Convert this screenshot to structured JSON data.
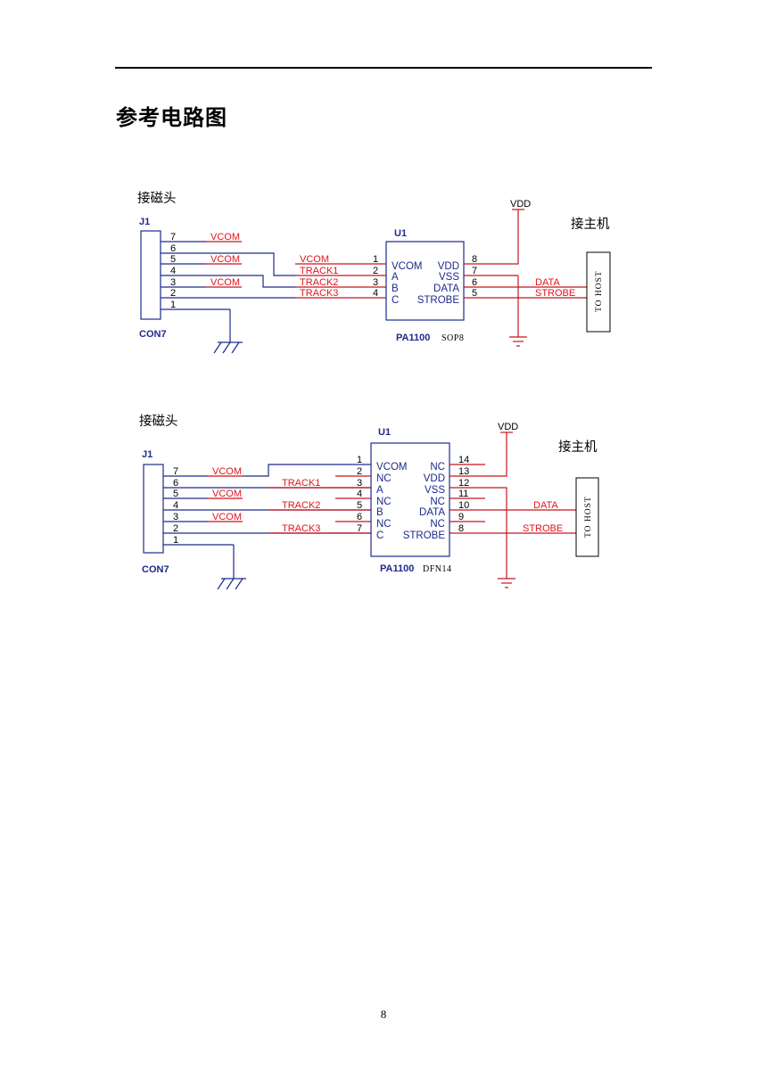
{
  "page": {
    "title": "参考电路图",
    "page_number": "8"
  },
  "circuits": [
    {
      "head_label": "接磁头",
      "host_label": "接主机",
      "connector_ref": "J1",
      "connector_name": "CON7",
      "chip_ref": "U1",
      "chip_name": "PA1100",
      "package": "SOP8",
      "vdd_label": "VDD",
      "to_host": "TO HOST",
      "connector_pins": [
        "7",
        "6",
        "5",
        "4",
        "3",
        "2",
        "1"
      ],
      "vcom_labels": [
        "VCOM",
        "VCOM",
        "VCOM"
      ],
      "left_nets": [
        "VCOM",
        "TRACK1",
        "TRACK2",
        "TRACK3"
      ],
      "left_pin_nums": [
        "1",
        "2",
        "3",
        "4"
      ],
      "left_pin_names": [
        "VCOM",
        "A",
        "B",
        "C"
      ],
      "right_pin_names": [
        "VDD",
        "VSS",
        "DATA",
        "STROBE"
      ],
      "right_pin_nums": [
        "8",
        "7",
        "6",
        "5"
      ],
      "right_nets": [
        "DATA",
        "STROBE"
      ]
    },
    {
      "head_label": "接磁头",
      "host_label": "接主机",
      "connector_ref": "J1",
      "connector_name": "CON7",
      "chip_ref": "U1",
      "chip_name": "PA1100",
      "package": "DFN14",
      "vdd_label": "VDD",
      "to_host": "TO HOST",
      "connector_pins": [
        "7",
        "6",
        "5",
        "4",
        "3",
        "2",
        "1"
      ],
      "vcom_labels": [
        "VCOM",
        "VCOM",
        "VCOM"
      ],
      "left_nets": [
        "TRACK1",
        "TRACK2",
        "TRACK3"
      ],
      "left_pin_nums": [
        "1",
        "2",
        "3",
        "4",
        "5",
        "6",
        "7"
      ],
      "left_pin_names": [
        "VCOM",
        "NC",
        "A",
        "NC",
        "B",
        "NC",
        "C"
      ],
      "right_pin_names": [
        "NC",
        "VDD",
        "VSS",
        "NC",
        "DATA",
        "NC",
        "STROBE"
      ],
      "right_pin_nums": [
        "14",
        "13",
        "12",
        "11",
        "10",
        "9",
        "8"
      ],
      "right_nets": [
        "DATA",
        "STROBE"
      ]
    }
  ]
}
